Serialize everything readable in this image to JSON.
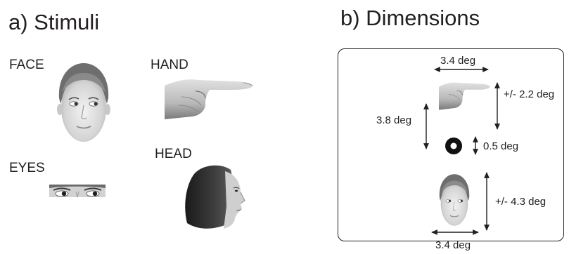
{
  "panel_a": {
    "title": "a) Stimuli",
    "labels": {
      "face": "FACE",
      "hand": "HAND",
      "eyes": "EYES",
      "head": "HEAD"
    }
  },
  "panel_b": {
    "title": "b) Dimensions",
    "dimensions": {
      "top_width": "3.4 deg",
      "hand_height": "+/- 2.2 deg",
      "vertical_offset": "3.8 deg",
      "fixation_size": "0.5 deg",
      "face_height": "+/- 4.3 deg",
      "bottom_width": "3.4 deg"
    }
  }
}
